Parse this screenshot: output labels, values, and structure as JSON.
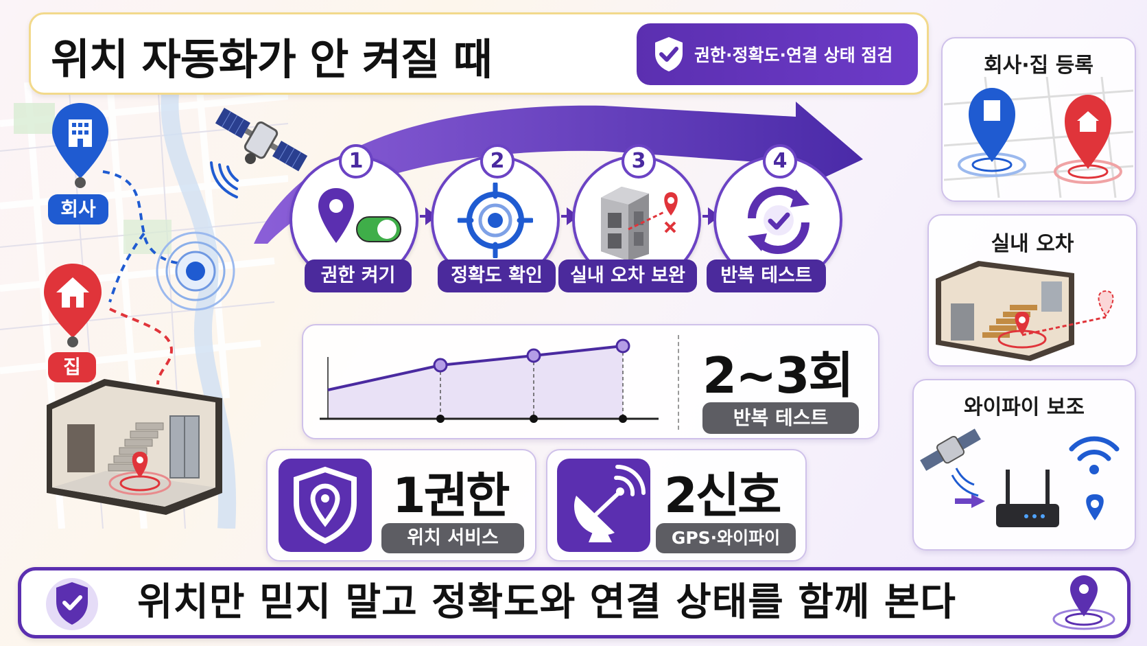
{
  "title": "위치 자동화가 안 켜질 때",
  "title_badge": "권한·정확도·연결 상태 점검",
  "map": {
    "company_label": "회사",
    "home_label": "집"
  },
  "steps": [
    {
      "number": "1",
      "label": "권한 켜기",
      "icon": "location-toggle-icon"
    },
    {
      "number": "2",
      "label": "정확도 확인",
      "icon": "target-icon"
    },
    {
      "number": "3",
      "label": "실내 오차 보완",
      "icon": "building-error-icon"
    },
    {
      "number": "4",
      "label": "반복 테스트",
      "icon": "refresh-check-icon"
    }
  ],
  "repeat_stat": {
    "value": "2~3회",
    "caption": "반복 테스트"
  },
  "stats": [
    {
      "big": "1권한",
      "caption": "위치 서비스",
      "icon": "shield-location-icon"
    },
    {
      "big": "2신호",
      "caption": "GPS·와이파이",
      "icon": "satellite-dish-icon"
    }
  ],
  "side_panels": [
    {
      "title": "회사·집 등록"
    },
    {
      "title": "실내 오차"
    },
    {
      "title": "와이파이 보조"
    }
  ],
  "footer": "위치만 믿지 말고 정확도와 연결 상태를 함께 본다",
  "colors": {
    "purple": "#5b2fb0",
    "blue": "#1f5bd1",
    "red": "#e0343a",
    "green": "#3fae49"
  }
}
